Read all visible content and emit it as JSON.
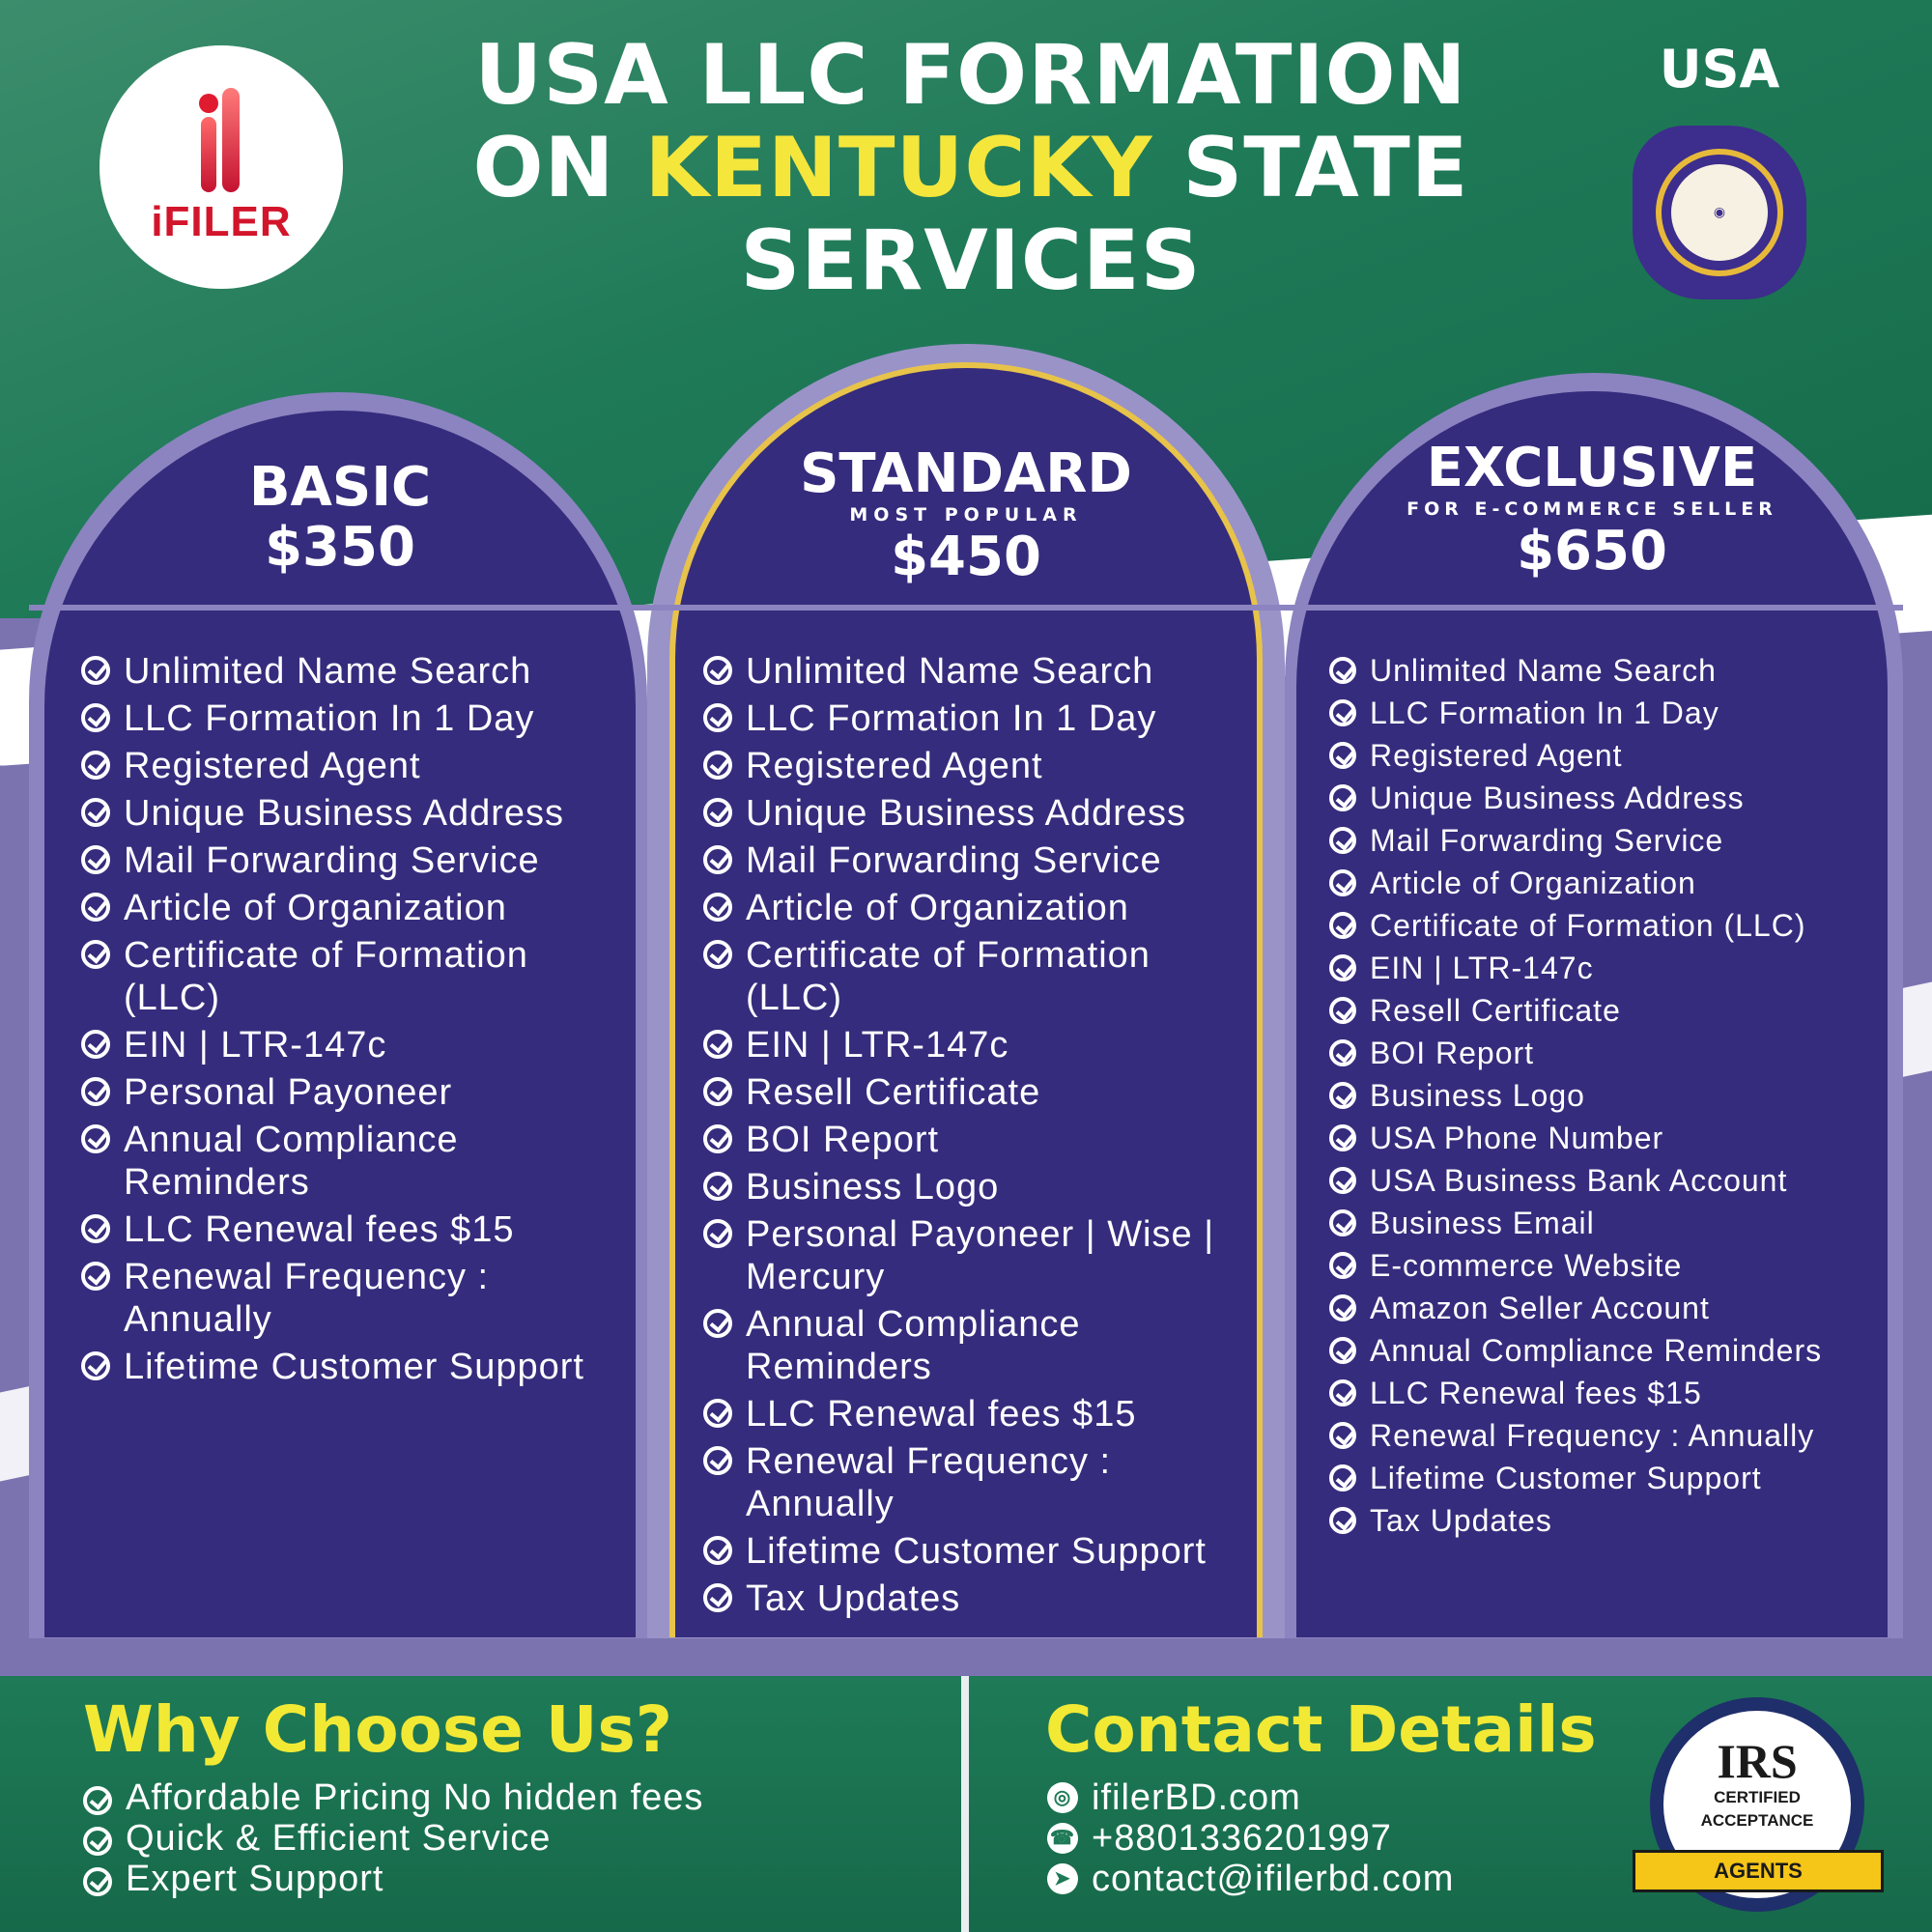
{
  "brand": {
    "name": "iFILER"
  },
  "header": {
    "title_line1": "USA LLC FORMATION",
    "title_on": "ON",
    "title_highlight": "KENTUCKY",
    "title_state": "STATE",
    "title_line3": "SERVICES",
    "country": "USA"
  },
  "colors": {
    "green": "#1e7a57",
    "purple_card": "#352c7d",
    "lavender": "#7b73b0",
    "highlight_yellow": "#f5e63c",
    "logo_red": "#d2152b"
  },
  "plans": [
    {
      "name": "BASIC",
      "subtitle": "",
      "price": "$350",
      "features": [
        "Unlimited Name Search",
        "LLC Formation In 1 Day",
        "Registered Agent",
        "Unique Business Address",
        "Mail Forwarding Service",
        "Article of Organization",
        "Certificate of Formation (LLC)",
        "EIN | LTR-147c",
        "Personal Payoneer",
        "Annual Compliance Reminders",
        "LLC Renewal fees $15",
        "Renewal Frequency : Annually",
        "Lifetime Customer Support"
      ]
    },
    {
      "name": "STANDARD",
      "subtitle": "MOST POPULAR",
      "price": "$450",
      "features": [
        "Unlimited Name Search",
        "LLC Formation In 1 Day",
        "Registered Agent",
        "Unique Business Address",
        "Mail Forwarding Service",
        "Article of Organization",
        "Certificate of Formation (LLC)",
        "EIN | LTR-147c",
        "Resell Certificate",
        "BOI Report",
        "Business Logo",
        "Personal Payoneer | Wise | Mercury",
        "Annual Compliance Reminders",
        "LLC Renewal fees $15",
        "Renewal Frequency : Annually",
        "Lifetime Customer Support",
        "Tax Updates"
      ]
    },
    {
      "name": "EXCLUSIVE",
      "subtitle": "FOR E-COMMERCE SELLER",
      "price": "$650",
      "features": [
        "Unlimited Name Search",
        "LLC Formation In 1 Day",
        "Registered Agent",
        "Unique Business Address",
        "Mail Forwarding Service",
        "Article of Organization",
        "Certificate of Formation (LLC)",
        "EIN | LTR-147c",
        "Resell Certificate",
        "BOI Report",
        "Business Logo",
        "USA Phone Number",
        "USA Business Bank Account",
        "Business Email",
        "E-commerce Website",
        "Amazon Seller Account",
        "Annual Compliance Reminders",
        "LLC Renewal fees $15",
        "Renewal Frequency : Annually",
        "Lifetime Customer Support",
        "Tax Updates"
      ]
    }
  ],
  "why": {
    "title": "Why Choose Us?",
    "items": [
      "Affordable Pricing No hidden fees",
      "Quick & Efficient Service",
      "Expert Support"
    ]
  },
  "contact": {
    "title": "Contact Details",
    "website": "ifilerBD.com",
    "phone": "+8801336201997",
    "email": "contact@ifilerbd.com",
    "icons": [
      "globe-icon",
      "whatsapp-icon",
      "telegram-icon"
    ]
  },
  "badge": {
    "logo": "IRS",
    "line1": "CERTIFIED",
    "line2": "ACCEPTANCE",
    "ribbon": "AGENTS"
  }
}
